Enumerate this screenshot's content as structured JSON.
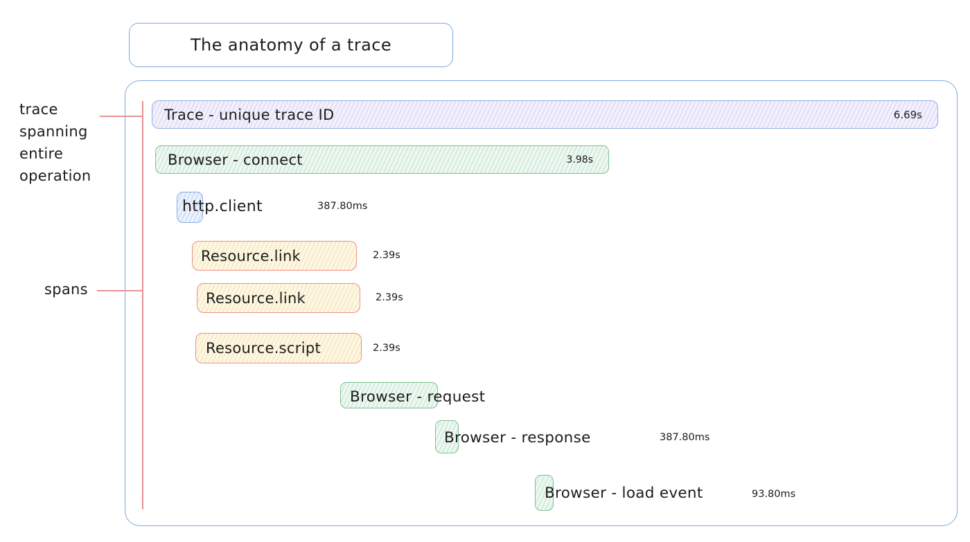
{
  "title": "The anatomy of a trace",
  "annotations": {
    "trace_label_lines": [
      "trace",
      "spanning",
      "entire",
      "operation"
    ],
    "spans_label": "spans"
  },
  "colors": {
    "frame_border": "#7babdf",
    "annotation_line": "#ea9090",
    "trace_fill": "#f3f1fc",
    "trace_border": "#8ab1e2",
    "green_fill": "#eef8f1",
    "green_border": "#7cc092",
    "blue_fill": "#edf3fc",
    "blue_border": "#85ade0",
    "yellow_fill": "#fdf7e4",
    "yellow_border": "#ea8f85"
  },
  "spans": [
    {
      "label": "Trace - unique trace ID",
      "duration": "6.69s",
      "kind": "trace"
    },
    {
      "label": "Browser - connect",
      "duration": "3.98s",
      "kind": "browser"
    },
    {
      "label": "http.client",
      "duration": "387.80ms",
      "kind": "http-client"
    },
    {
      "label": "Resource.link",
      "duration": "2.39s",
      "kind": "resource"
    },
    {
      "label": "Resource.link",
      "duration": "2.39s",
      "kind": "resource"
    },
    {
      "label": "Resource.script",
      "duration": "2.39s",
      "kind": "resource"
    },
    {
      "label": "Browser - request",
      "duration": "",
      "kind": "browser"
    },
    {
      "label": "Browser - response",
      "duration": "387.80ms",
      "kind": "browser"
    },
    {
      "label": "Browser - load event",
      "duration": "93.80ms",
      "kind": "browser"
    }
  ]
}
